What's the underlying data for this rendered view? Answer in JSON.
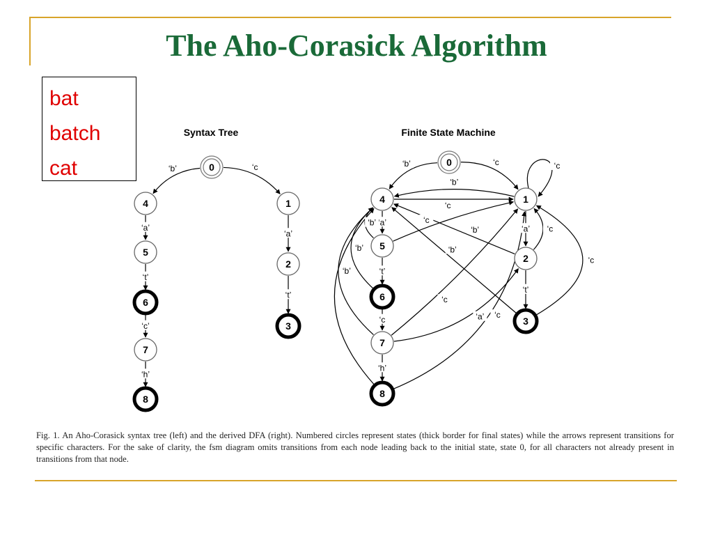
{
  "slide": {
    "title": "The Aho-Corasick Algorithm",
    "words": [
      "bat",
      "batch",
      "cat"
    ],
    "caption": "Fig. 1.   An Aho-Corasick syntax tree (left) and the derived DFA (right). Numbered circles represent states (thick border for final states) while the arrows represent transitions for specific characters. For the sake of clarity, the fsm diagram omits transitions from each node leading back to the initial state, state 0, for all characters not already present in transitions from that node."
  },
  "syntax_tree": {
    "heading": "Syntax Tree",
    "states": [
      {
        "id": "0",
        "kind": "initial"
      },
      {
        "id": "4",
        "kind": "normal"
      },
      {
        "id": "5",
        "kind": "normal"
      },
      {
        "id": "6",
        "kind": "final"
      },
      {
        "id": "7",
        "kind": "normal"
      },
      {
        "id": "8",
        "kind": "final"
      },
      {
        "id": "1",
        "kind": "normal"
      },
      {
        "id": "2",
        "kind": "normal"
      },
      {
        "id": "3",
        "kind": "final"
      }
    ],
    "transitions": [
      {
        "from": "0",
        "to": "4",
        "label": "‘b’"
      },
      {
        "from": "0",
        "to": "1",
        "label": "‘c"
      },
      {
        "from": "4",
        "to": "5",
        "label": "‘a’"
      },
      {
        "from": "5",
        "to": "6",
        "label": "‘t’"
      },
      {
        "from": "6",
        "to": "7",
        "label": "‘c’"
      },
      {
        "from": "7",
        "to": "8",
        "label": "‘h’"
      },
      {
        "from": "1",
        "to": "2",
        "label": "‘a’"
      },
      {
        "from": "2",
        "to": "3",
        "label": "‘t’"
      }
    ]
  },
  "fsm": {
    "heading": "Finite State Machine",
    "states": [
      {
        "id": "0",
        "kind": "initial"
      },
      {
        "id": "4",
        "kind": "normal"
      },
      {
        "id": "5",
        "kind": "normal"
      },
      {
        "id": "6",
        "kind": "final"
      },
      {
        "id": "7",
        "kind": "normal"
      },
      {
        "id": "8",
        "kind": "final"
      },
      {
        "id": "1",
        "kind": "normal"
      },
      {
        "id": "2",
        "kind": "normal"
      },
      {
        "id": "3",
        "kind": "final"
      }
    ],
    "transitions": [
      {
        "from": "0",
        "to": "4",
        "label": "‘b’"
      },
      {
        "from": "0",
        "to": "1",
        "label": "‘c"
      },
      {
        "from": "1",
        "to": "1",
        "label": "‘c"
      },
      {
        "from": "1",
        "to": "4",
        "label": "‘b’"
      },
      {
        "from": "4",
        "to": "1",
        "label": "‘c"
      },
      {
        "from": "4",
        "to": "5",
        "label": "‘a’"
      },
      {
        "from": "5",
        "to": "4",
        "label": "‘b’"
      },
      {
        "from": "5",
        "to": "1",
        "label": "‘c"
      },
      {
        "from": "5",
        "to": "6",
        "label": "‘t’"
      },
      {
        "from": "6",
        "to": "4",
        "label": "‘b’"
      },
      {
        "from": "6",
        "to": "7",
        "label": "‘c"
      },
      {
        "from": "7",
        "to": "4",
        "label": "‘b’"
      },
      {
        "from": "7",
        "to": "1",
        "label": "‘c"
      },
      {
        "from": "7",
        "to": "2",
        "label": "‘a’"
      },
      {
        "from": "7",
        "to": "8",
        "label": "‘h’"
      },
      {
        "from": "8",
        "to": "1",
        "label": "‘c"
      },
      {
        "from": "1",
        "to": "2",
        "label": "‘a’"
      },
      {
        "from": "2",
        "to": "1",
        "label": "‘c"
      },
      {
        "from": "2",
        "to": "4",
        "label": "‘b’"
      },
      {
        "from": "2",
        "to": "3",
        "label": "‘t’"
      },
      {
        "from": "3",
        "to": "1",
        "label": "‘c"
      },
      {
        "from": "3",
        "to": "4",
        "label": "‘b’"
      }
    ]
  }
}
